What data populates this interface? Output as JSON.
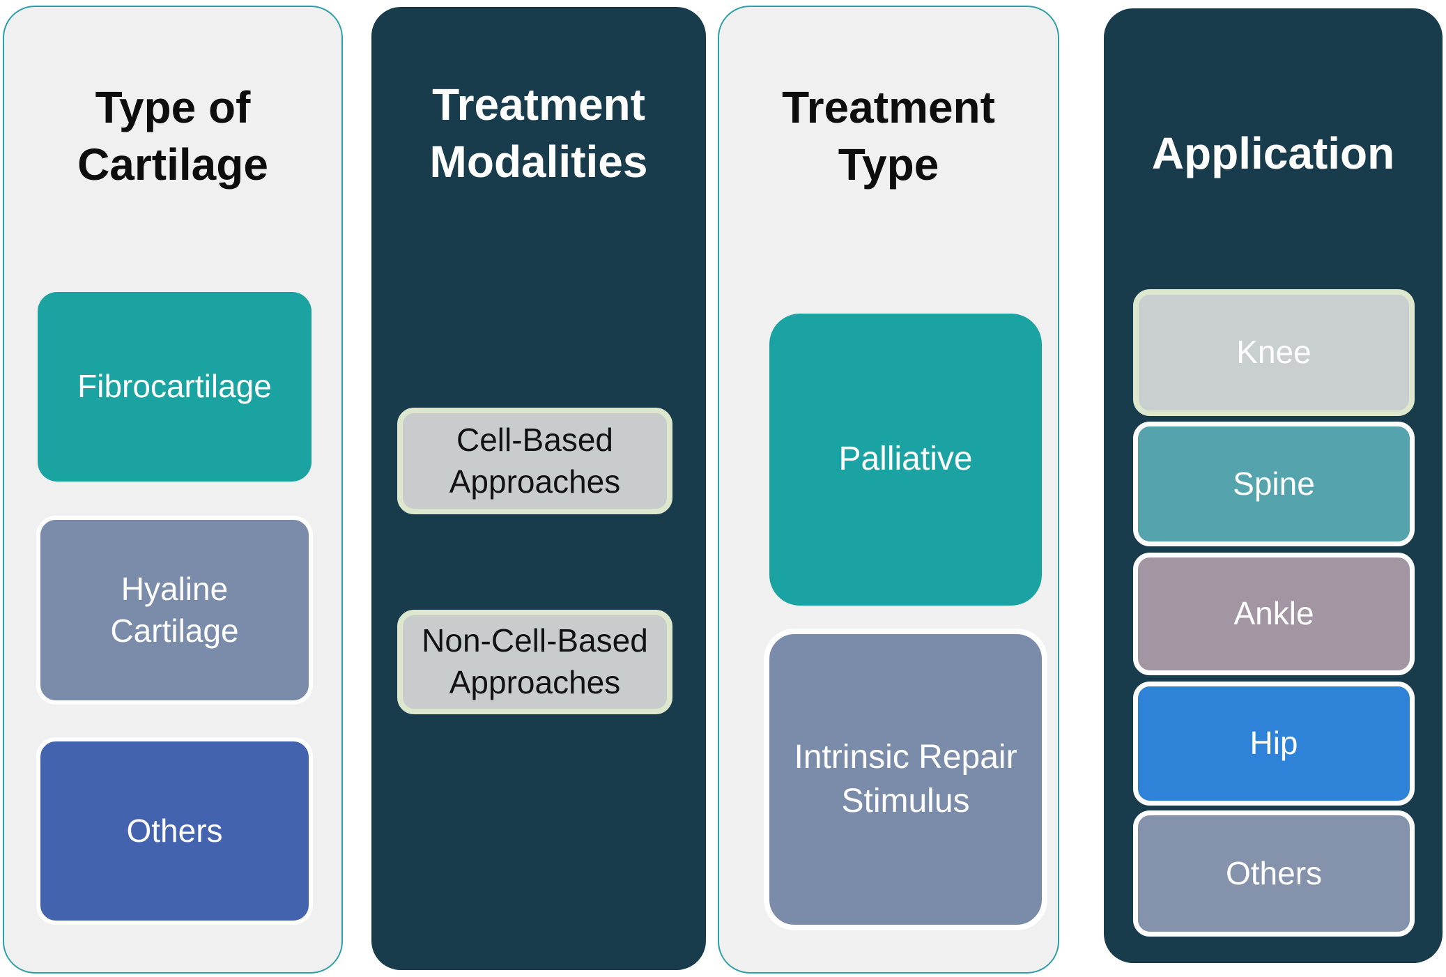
{
  "palette": {
    "page_bg": "#FFFFFF",
    "light_column_bg": "#F0F0F0",
    "light_column_border": "#2CA0A6",
    "dark_column_bg": "#183C4C",
    "title_on_light": "#0D0D0D",
    "title_on_dark": "#FFFFFF",
    "cream_box_border": "#DCE7CE",
    "white_box_border": "#FFFFFF"
  },
  "columns": [
    {
      "title": "Type of\nCartilage",
      "boxes": [
        {
          "label": "Fibrocartilage",
          "bg": "#1AA3A1",
          "text_color": "#FFFFFF"
        },
        {
          "label": "Hyaline Cartilage",
          "bg": "#7B8CAB",
          "text_color": "#FFFFFF",
          "border_color": "#FFFFFF"
        },
        {
          "label": "Others",
          "bg": "#4463AF",
          "text_color": "#FFFFFF",
          "border_color": "#FFFFFF"
        }
      ]
    },
    {
      "title": "Treatment\nModalities",
      "boxes": [
        {
          "label": "Cell-Based Approaches",
          "bg": "#C8CCCC",
          "text_color": "#121212",
          "border_color": "#DCE7CE"
        },
        {
          "label": "Non-Cell-Based Approaches",
          "bg": "#C8CCCC",
          "text_color": "#121212",
          "border_color": "#DCE7CE"
        }
      ]
    },
    {
      "title": "Treatment\nType",
      "boxes": [
        {
          "label": "Palliative",
          "bg": "#1BA3A4",
          "text_color": "#FFFFFF"
        },
        {
          "label": "Intrinsic Repair Stimulus",
          "bg": "#7B8CAB",
          "text_color": "#FFFFFF",
          "border_color": "#FFFFFF"
        }
      ]
    },
    {
      "title": "Application",
      "boxes": [
        {
          "label": "Knee",
          "bg": "#C9CECE",
          "text_color": "#FFFFFF",
          "border_color": "#DCE7CE"
        },
        {
          "label": "Spine",
          "bg": "#55A3AD",
          "text_color": "#FFFFFF",
          "border_color": "#FFFFFF"
        },
        {
          "label": "Ankle",
          "bg": "#A396A3",
          "text_color": "#FFFFFF",
          "border_color": "#FFFFFF"
        },
        {
          "label": "Hip",
          "bg": "#2E82D8",
          "text_color": "#FFFFFF",
          "border_color": "#FFFFFF"
        },
        {
          "label": "Others",
          "bg": "#8492AB",
          "text_color": "#FFFFFF",
          "border_color": "#FFFFFF"
        }
      ]
    }
  ]
}
